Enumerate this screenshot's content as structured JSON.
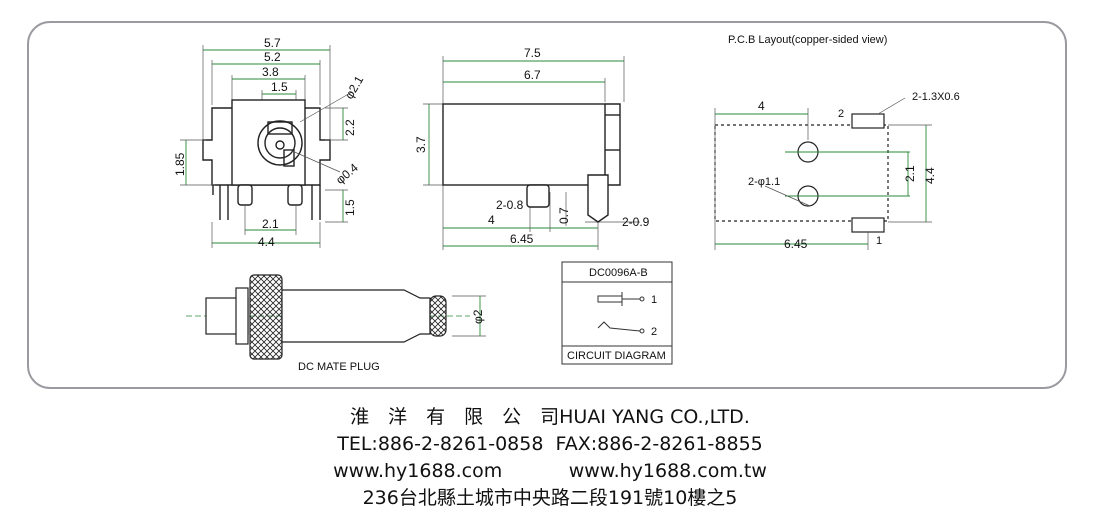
{
  "pcb_title": "P.C.B Layout(copper-sided view)",
  "front_view": {
    "width_outer": "5.7",
    "width_mid": "5.2",
    "width_inner": "3.8",
    "width_small": "1.5",
    "hole_dia": "φ2.1",
    "pin_dia": "φ0.4",
    "height_22": "2.2",
    "height_185": "1.85",
    "pin_len": "1.5",
    "pin_pitch": "2.1",
    "base_width": "4.4"
  },
  "side_view": {
    "length_total": "7.5",
    "length_body": "6.7",
    "height": "3.7",
    "pin_w": "2-0.8",
    "pin_offset": "4",
    "pin_t": "0.7",
    "pin_w2": "2-0.9",
    "length_pins": "6.45"
  },
  "pcb_view": {
    "pad_label": "2-1.3X0.6",
    "hole_label": "2-φ1.1",
    "pitch": "2.1",
    "span": "4.4",
    "width": "6.45",
    "offset": "4",
    "pin_2": "2",
    "pin_1": "1"
  },
  "plug": {
    "label": "DC MATE PLUG",
    "dia": "φ2"
  },
  "circuit": {
    "part": "DC0096A-B",
    "title": "CIRCUIT DIAGRAM",
    "pin1": "1",
    "pin2": "2"
  },
  "footer": {
    "company": "淮　洋　有　限　公　司HUAI YANG CO.,LTD.",
    "phone": "TEL:886-2-8261-0858  FAX:886-2-8261-8855",
    "web": "www.hy1688.com           www.hy1688.com.tw",
    "address": "236台北縣土城市中央路二段191號10樓之5"
  }
}
